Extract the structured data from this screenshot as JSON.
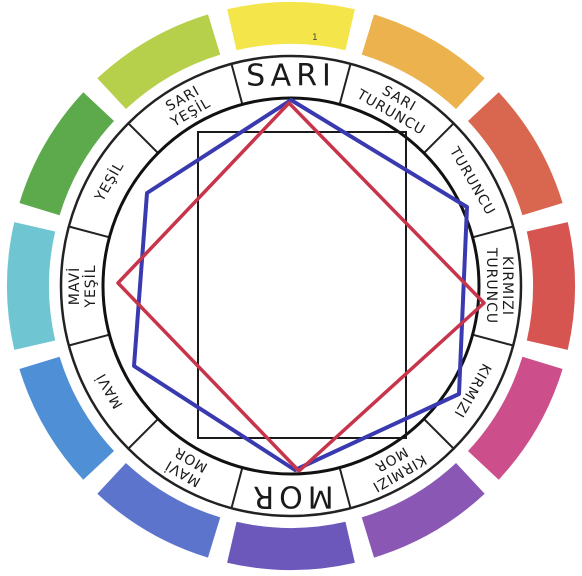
{
  "wheel": {
    "color_mark": "1",
    "colors": [
      {
        "name": "sari",
        "hex": "#f4e64a"
      },
      {
        "name": "sari-turuncu",
        "hex": "#ecb24e"
      },
      {
        "name": "turuncu",
        "hex": "#d9674f"
      },
      {
        "name": "kirmizi-turuncu",
        "hex": "#d65550"
      },
      {
        "name": "kirmizi",
        "hex": "#cc4f8c"
      },
      {
        "name": "kirmizi-mor",
        "hex": "#8a58b4"
      },
      {
        "name": "mor",
        "hex": "#6c58ba"
      },
      {
        "name": "mavi-mor",
        "hex": "#5d74cc"
      },
      {
        "name": "mavi",
        "hex": "#4f8fd6"
      },
      {
        "name": "mavi-yesil",
        "hex": "#6fc6d2"
      },
      {
        "name": "yesil",
        "hex": "#5daa4d"
      },
      {
        "name": "sari-yesil",
        "hex": "#b6d04c"
      }
    ],
    "labels": [
      {
        "line1": "SARI",
        "line2": ""
      },
      {
        "line1": "SARI",
        "line2": "TURUNCU"
      },
      {
        "line1": "TURUNCU",
        "line2": ""
      },
      {
        "line1": "KIRMIZI",
        "line2": "TURUNCU"
      },
      {
        "line1": "KIRMIZI",
        "line2": ""
      },
      {
        "line1": "KIRMIZI",
        "line2": "MOR"
      },
      {
        "line1": "MOR",
        "line2": ""
      },
      {
        "line1": "MAVİ",
        "line2": "MOR"
      },
      {
        "line1": "MAVİ",
        "line2": ""
      },
      {
        "line1": "MAVİ",
        "line2": "YEŞİL"
      },
      {
        "line1": "YEŞİL",
        "line2": ""
      },
      {
        "line1": "SARI",
        "line2": "YEŞİL"
      }
    ],
    "shape_colors": {
      "square": "#1a1a1a",
      "hexagon": "#3a3ab0",
      "diamond": "#c8344a"
    }
  }
}
